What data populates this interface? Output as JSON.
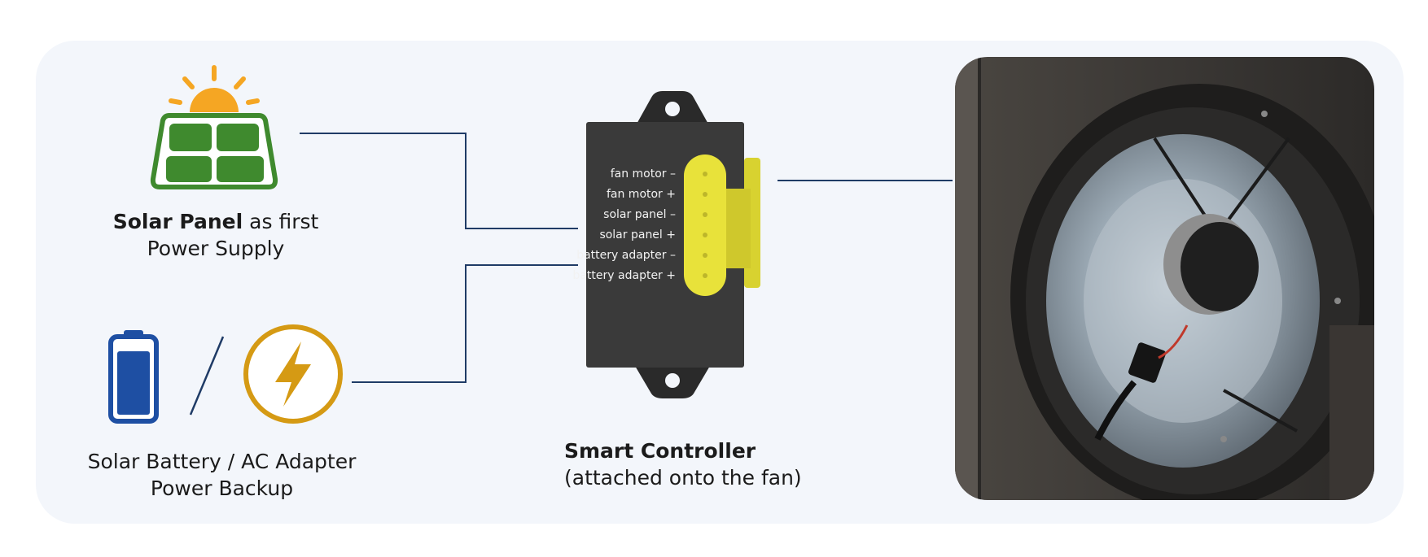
{
  "solar_panel": {
    "title_bold": "Solar Panel",
    "title_rest": " as first",
    "line2": "Power Supply"
  },
  "backup": {
    "line1": "Solar Battery / AC Adapter",
    "line2": "Power Backup"
  },
  "controller": {
    "title": "Smart Controller",
    "subtitle": "(attached onto the fan)",
    "terminals": [
      "fan motor –",
      "fan motor +",
      "solar panel –",
      "solar panel +",
      "battery adapter –",
      "battery adapter +"
    ]
  },
  "colors": {
    "panel_bg": "#f3f6fb",
    "connector_line": "#1f3b66",
    "solar_green": "#3f8a2e",
    "sun_orange": "#f5a623",
    "battery_blue": "#1e4fa3",
    "bolt_gold": "#d59a14",
    "controller_body": "#3a3a3a",
    "connector_yellow": "#e8e23a"
  },
  "icons": [
    "sun-icon",
    "solar-panel-icon",
    "battery-icon",
    "lightning-bolt-icon"
  ]
}
